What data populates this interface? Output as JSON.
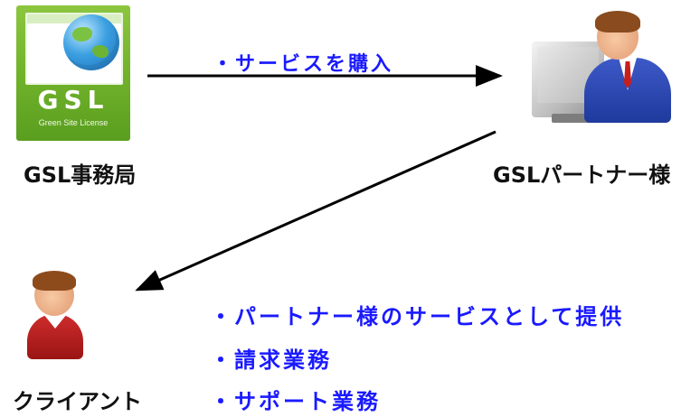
{
  "nodes": {
    "gsl_office": {
      "label": "GSL事務局",
      "logo_text": "GSL",
      "logo_subtext": "Green Site License"
    },
    "partner": {
      "label": "GSLパートナー様"
    },
    "client": {
      "label": "クライアント"
    }
  },
  "edges": {
    "gsl_to_partner": {
      "label": "・サービスを購入"
    }
  },
  "client_services": [
    "・パートナー様のサービスとして提供",
    "・請求業務",
    "・サポート業務"
  ],
  "colors": {
    "text": "#111111",
    "highlight": "#1a1aff",
    "gsl_green": "#7cbb33",
    "arrow": "#000000"
  },
  "icons": {
    "gsl": "gsl-logo-icon",
    "partner": "business-person-computer-icon",
    "client": "person-icon"
  }
}
